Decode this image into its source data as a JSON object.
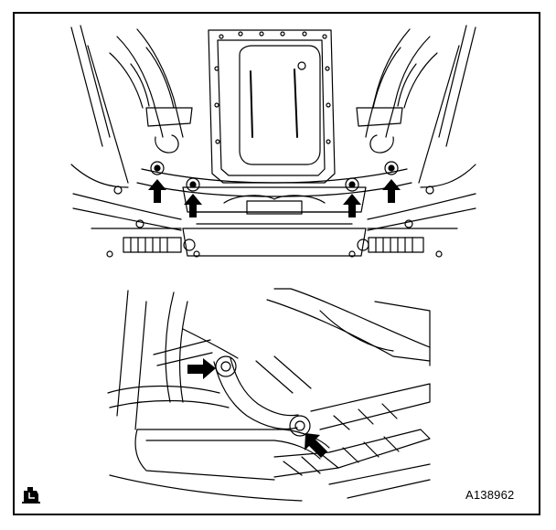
{
  "figure": {
    "id": "A138962",
    "corner_icon": "engine-manual-icon"
  },
  "illustrations": [
    {
      "name": "underbody-bolt-locations",
      "arrow_count": 4
    },
    {
      "name": "exhaust-bracket-bolt-locations",
      "arrow_count": 2
    }
  ],
  "colors": {
    "line": "#000000",
    "background": "#ffffff"
  }
}
